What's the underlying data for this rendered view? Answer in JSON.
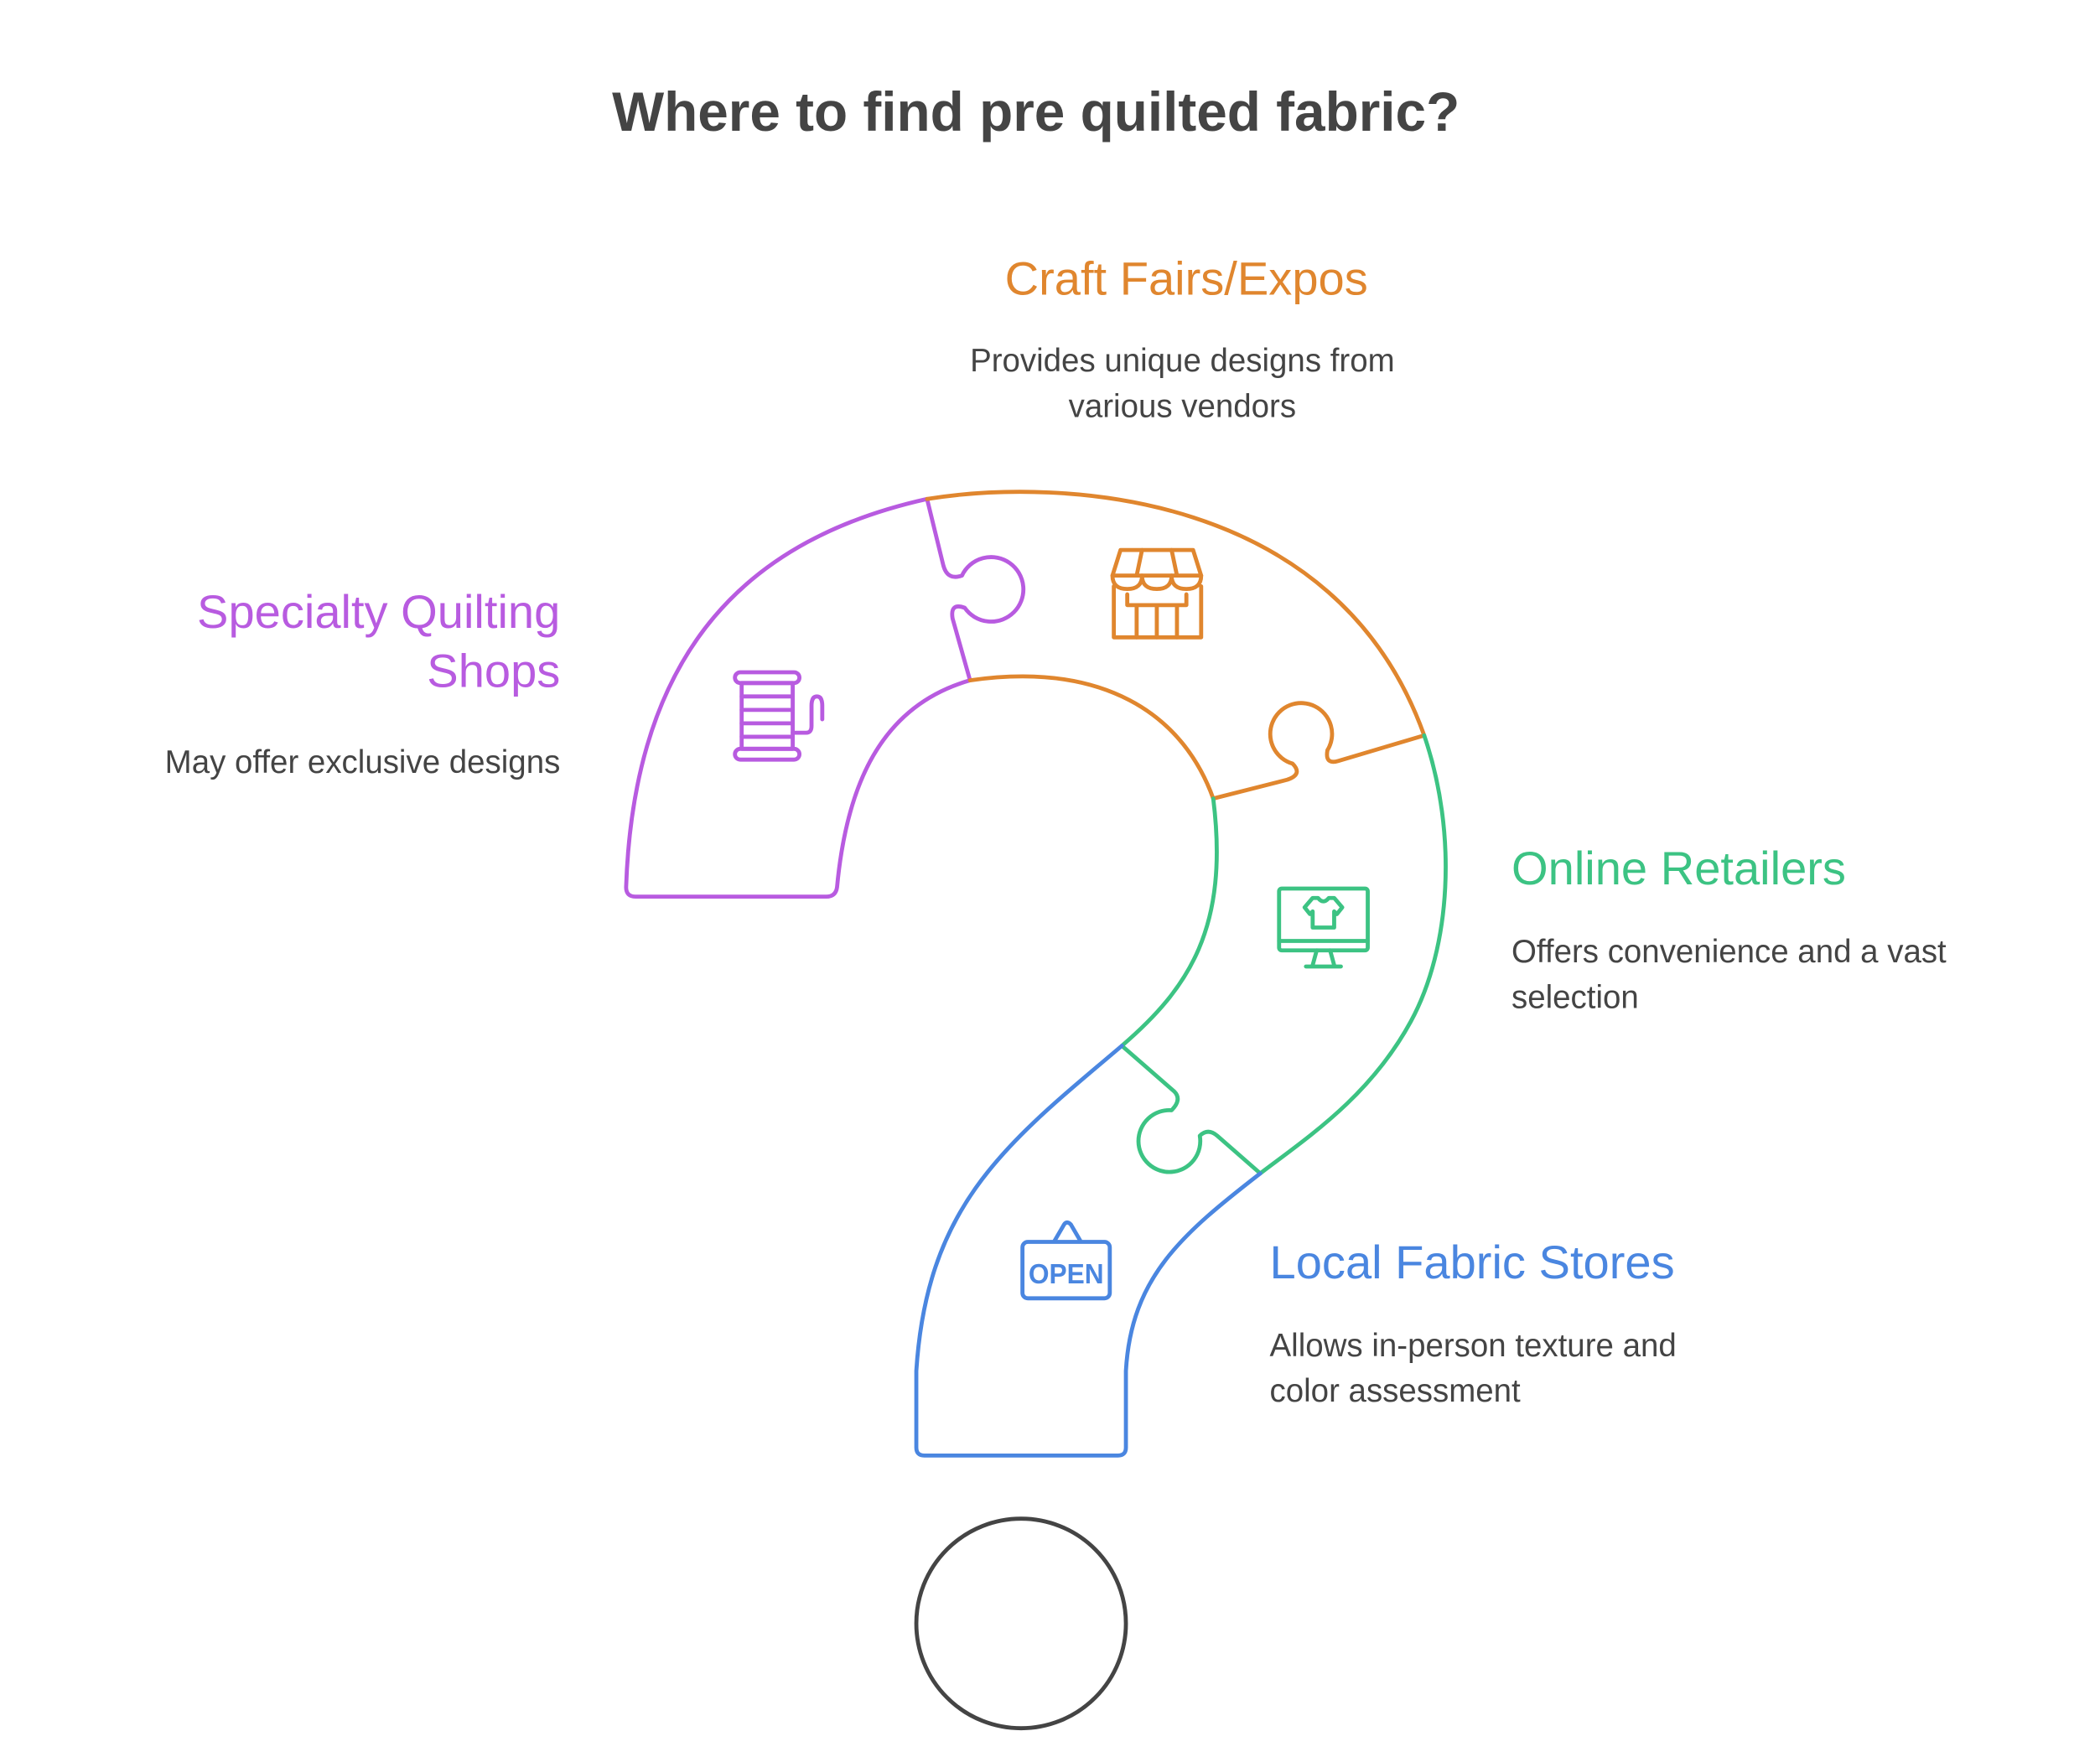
{
  "title": "Where to find pre quilted fabric?",
  "colors": {
    "craft": "#E0862E",
    "specialty": "#B85BE0",
    "online": "#3CC383",
    "local": "#4A86E0",
    "text": "#444444"
  },
  "items": [
    {
      "name": "Craft Fairs/Expos",
      "desc": [
        "Provides unique designs from",
        "various vendors"
      ],
      "icon": "shop-icon"
    },
    {
      "name_lines": [
        "Specialty Quilting",
        "Shops"
      ],
      "desc": [
        "May offer exclusive designs"
      ],
      "icon": "thread-spool-icon"
    },
    {
      "name": "Online Retailers",
      "desc": [
        "Offers convenience and a vast",
        "selection"
      ],
      "icon": "monitor-shirt-icon"
    },
    {
      "name": "Local Fabric Stores",
      "desc": [
        "Allows in-person texture and",
        "color assessment"
      ],
      "icon": "open-sign-icon",
      "icon_text": "OPEN"
    }
  ]
}
